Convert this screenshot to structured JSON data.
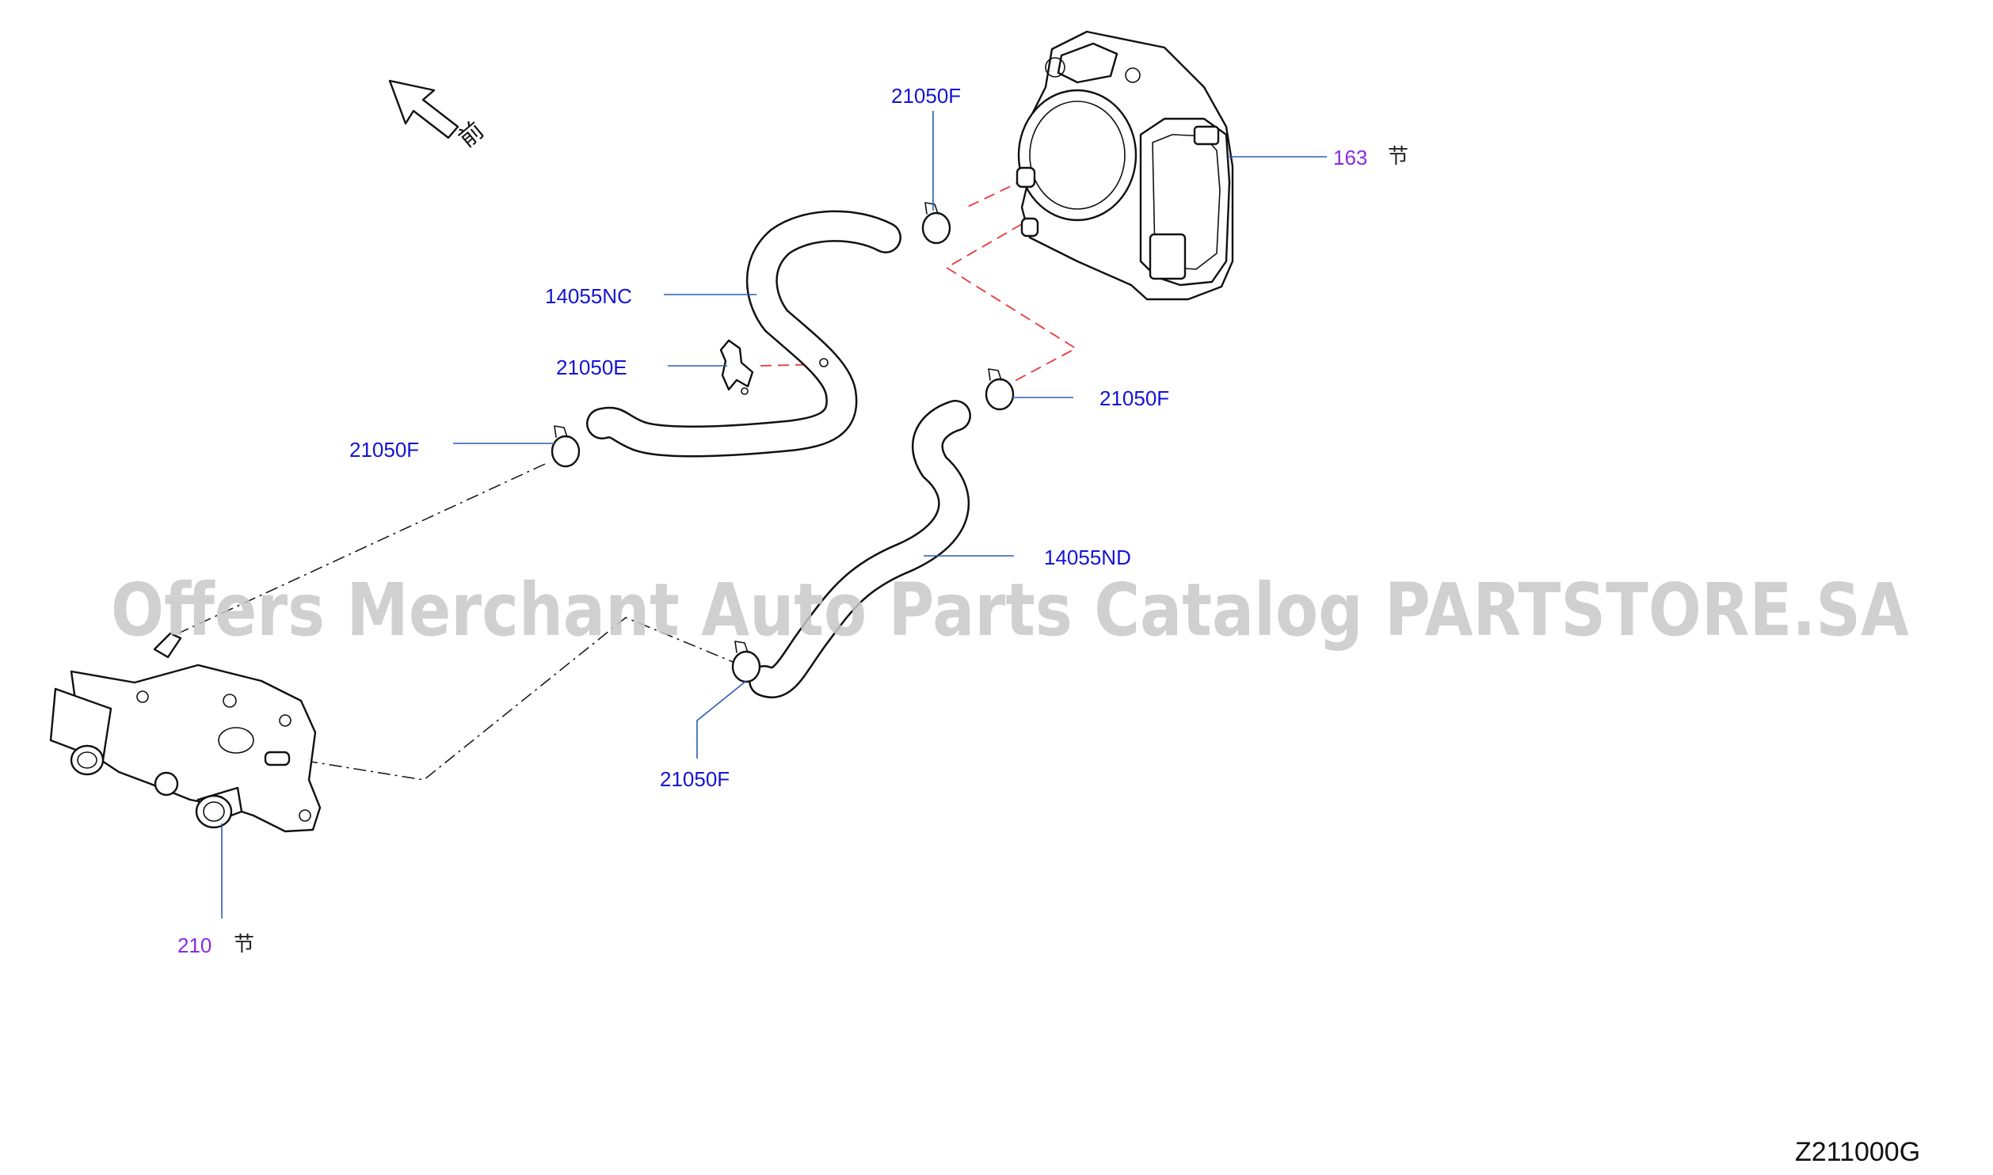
{
  "labels": {
    "front_text": "前",
    "throttle_body_ref": "163",
    "thermostat_housing_ref": "210",
    "ref_suffix": "节",
    "clamp_top": "21050F",
    "hose_upper": "14055NC",
    "clip": "21050E",
    "clamp_left": "21050F",
    "clamp_right": "21050F",
    "hose_lower": "14055ND",
    "clamp_bottom": "21050F",
    "diagram_code": "Z211000G"
  },
  "watermark": "Offers Merchant Auto Parts Catalog PARTSTORE.SA",
  "colors": {
    "part_number": "#1414d4",
    "reference": "#8a2be2",
    "leader_line": "#2a5db0",
    "hidden_line_red": "#e8383d",
    "watermark": "#c8c8c8"
  }
}
